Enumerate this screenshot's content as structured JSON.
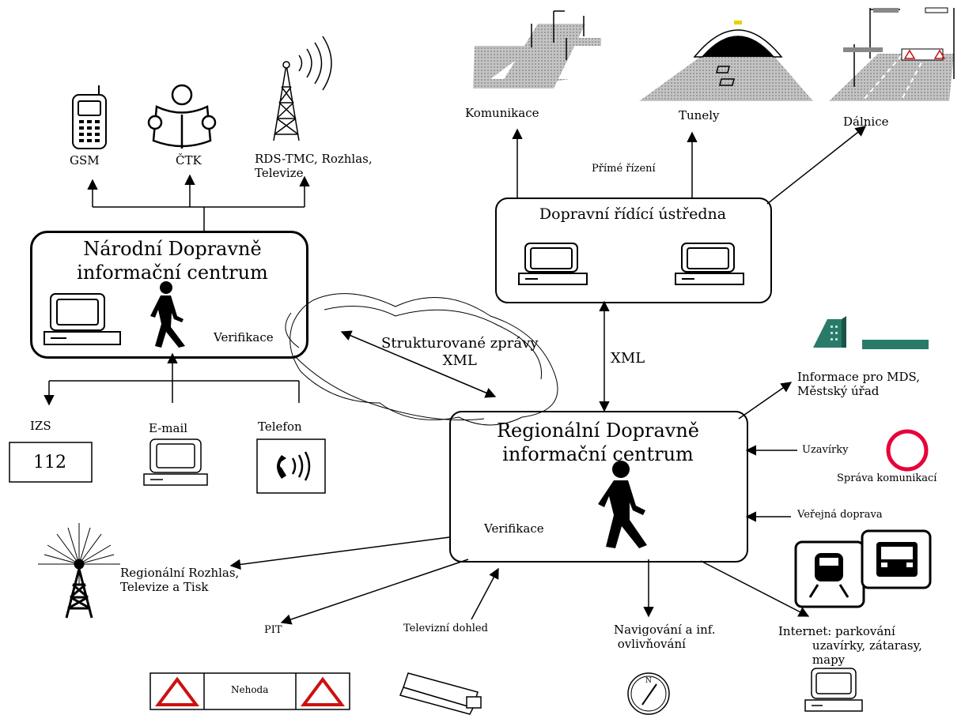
{
  "ndic": {
    "title": "Národní Dopravně\ninformační centrum",
    "verification": "Verifikace"
  },
  "rdic": {
    "title": "Regionální Dopravně\ninformační centrum",
    "verification": "Verifikace"
  },
  "dru": {
    "title": "Dopravní řídící ústředna"
  },
  "top_left_outputs": {
    "gsm": "GSM",
    "ctk": "ČTK",
    "rds": "RDS-TMC, Rozhlas,\nTelevize"
  },
  "ndic_inputs": {
    "izs": "IZS",
    "izs_number": "112",
    "email": "E-mail",
    "telefon": "Telefon"
  },
  "control_outputs": {
    "komunikace": "Komunikace",
    "tunely": "Tunely",
    "dalnice": "Dálnice",
    "prime_rizeni": "Přímé řízení"
  },
  "links": {
    "structured_messages": "Strukturované zprávy\nXML",
    "xml": "XML"
  },
  "rdic_right": {
    "mds": "Informace pro MDS,\nMěstský úřad",
    "uzavirky": "Uzavírky",
    "sprava": "Správa komunikací",
    "verejna_doprava": "Veřejná doprava"
  },
  "rdic_bottom": {
    "radio": "Regionální Rozhlas,\nTelevize a Tisk",
    "pit": "PIT",
    "tv_dohled": "Televizní dohled",
    "navigace": "Navigování a inf.\n ovlivňování",
    "internet": "Internet: parkování\n         uzavírky, zátarasy,\n         mapy",
    "nehoda": "Nehoda"
  },
  "colors": {
    "line": "#000000",
    "warning_red": "#cc1111",
    "uzavirky_circle": "#e8003a",
    "building_teal": "#2a7a6a",
    "road_gray": "#b8b8b8"
  }
}
